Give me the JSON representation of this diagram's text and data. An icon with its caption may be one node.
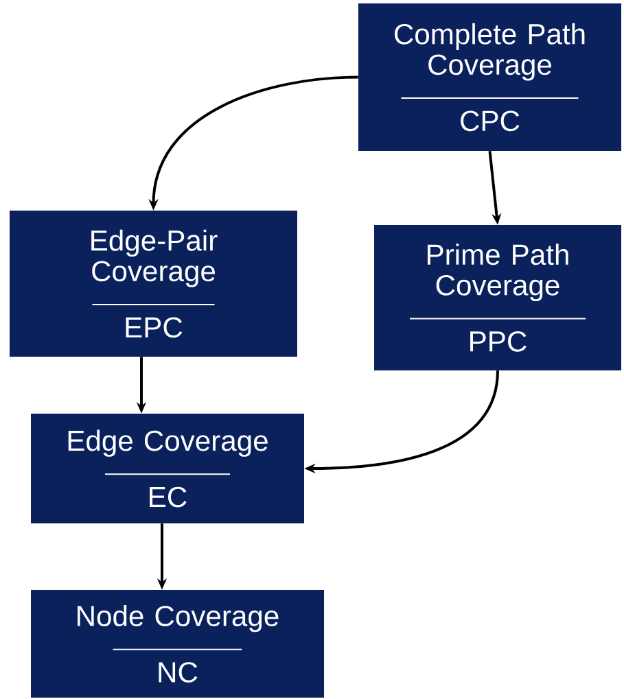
{
  "diagram": {
    "nodes": [
      {
        "text": [
          "Complete Path Coverage",
          "CPC"
        ]
      },
      {
        "text": [
          "Edge-Pair Coverage",
          "EPC"
        ]
      },
      {
        "text": [
          "Prime Path Coverage",
          "PPC"
        ]
      },
      {
        "text": [
          "Edge Coverage",
          "EC"
        ]
      },
      {
        "text": [
          "Node Coverage",
          "NC"
        ]
      }
    ],
    "edges": [
      {
        "from": 0,
        "to": 1,
        "arrow": "to"
      },
      {
        "from": 0,
        "to": 2,
        "arrow": "to"
      },
      {
        "from": 1,
        "to": 3,
        "arrow": "to"
      },
      {
        "from": 2,
        "to": 3,
        "arrow": "to"
      },
      {
        "from": 3,
        "to": 4,
        "arrow": "to"
      }
    ]
  }
}
